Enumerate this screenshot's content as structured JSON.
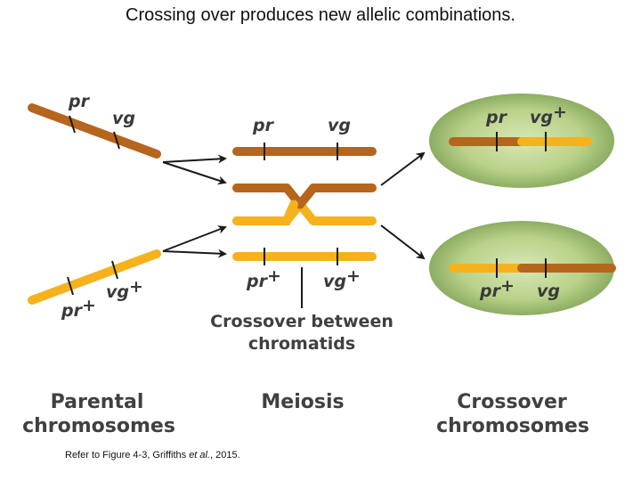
{
  "title": "Crossing over produces new allelic combinations.",
  "colors": {
    "brown": "#b5651d",
    "yellow": "#f5b21c",
    "oval_inner": "#cde0a6",
    "oval_outer": "#7fa356",
    "arrow": "#1a1a1a"
  },
  "labels": {
    "parental_top_a": "pr",
    "parental_top_b": "vg",
    "parental_bottom_a": "pr",
    "parental_bottom_b": "vg",
    "chromatid_top_a": "pr",
    "chromatid_top_b": "vg",
    "chromatid_bottom_a": "pr",
    "chromatid_bottom_b": "vg",
    "recomb1_a": "pr",
    "recomb1_b": "vg",
    "recomb2_a": "pr",
    "recomb2_b": "vg",
    "plus": "+"
  },
  "crossover_label_line1": "Crossover between",
  "crossover_label_line2": "chromatids",
  "sections": {
    "parental_line1": "Parental",
    "parental_line2": "chromosomes",
    "meiosis": "Meiosis",
    "crossover_line1": "Crossover",
    "crossover_line2": "chromosomes"
  },
  "reference": {
    "prefix": "Refer to Figure 4-3, Griffiths ",
    "italic": "et al.",
    "suffix": ", 2015."
  }
}
